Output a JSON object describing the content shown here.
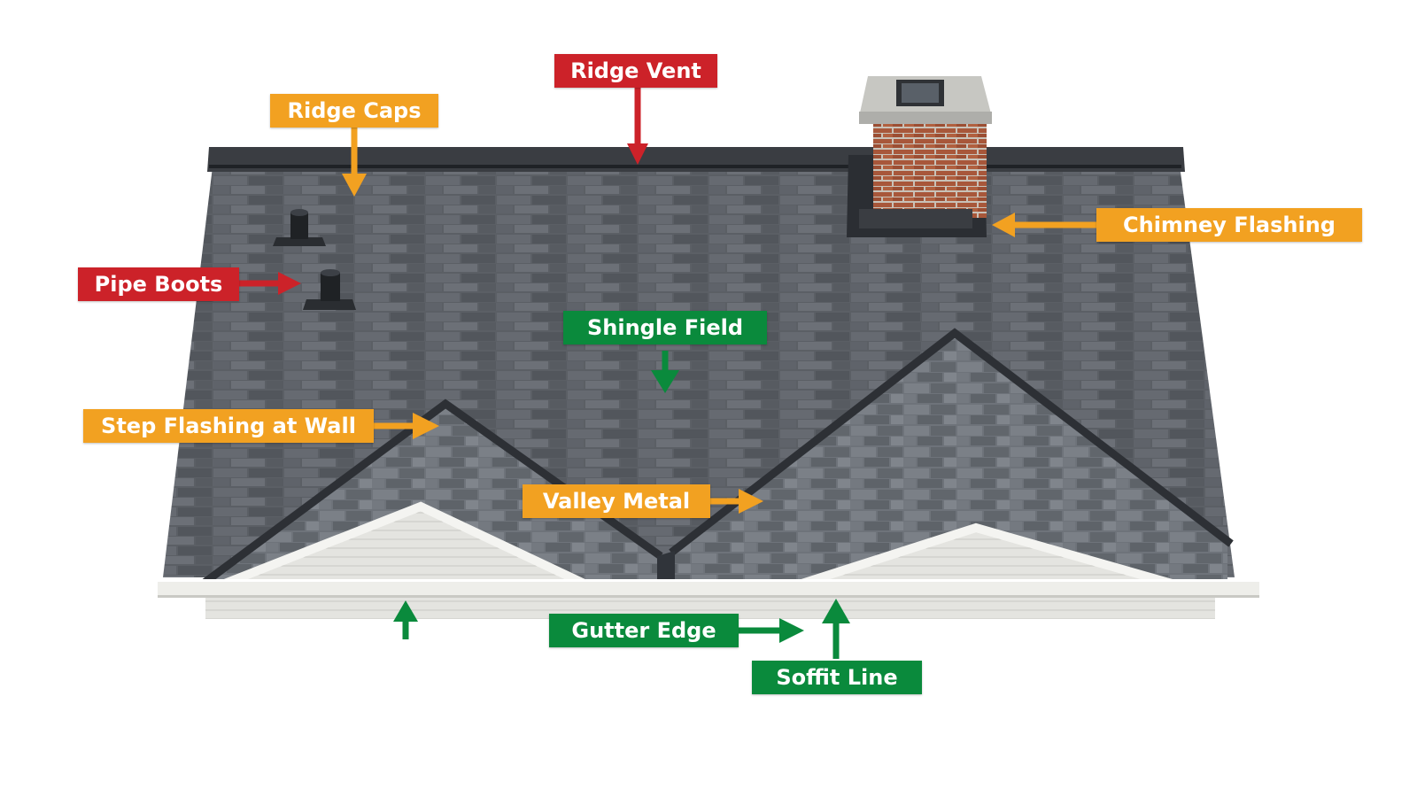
{
  "labels": {
    "ridge_vent": "Ridge Vent",
    "ridge_caps": "Ridge Caps",
    "chimney_flashing": "Chimney Flashing",
    "pipe_boots": "Pipe Boots",
    "shingle_field": "Shingle Field",
    "step_flashing": "Step Flashing at Wall",
    "valley_metal": "Valley Metal",
    "gutter_edge": "Gutter Edge",
    "soffit_line": "Soffit Line"
  },
  "colors": {
    "red": "#cc2229",
    "orange": "#f2a121",
    "green": "#0a8a3c",
    "shingle_dark": "#54585e",
    "shingle_light": "#6f747b",
    "ridge": "#2a2d32",
    "brick": "#a8573a",
    "trim": "#f1f1ee"
  }
}
